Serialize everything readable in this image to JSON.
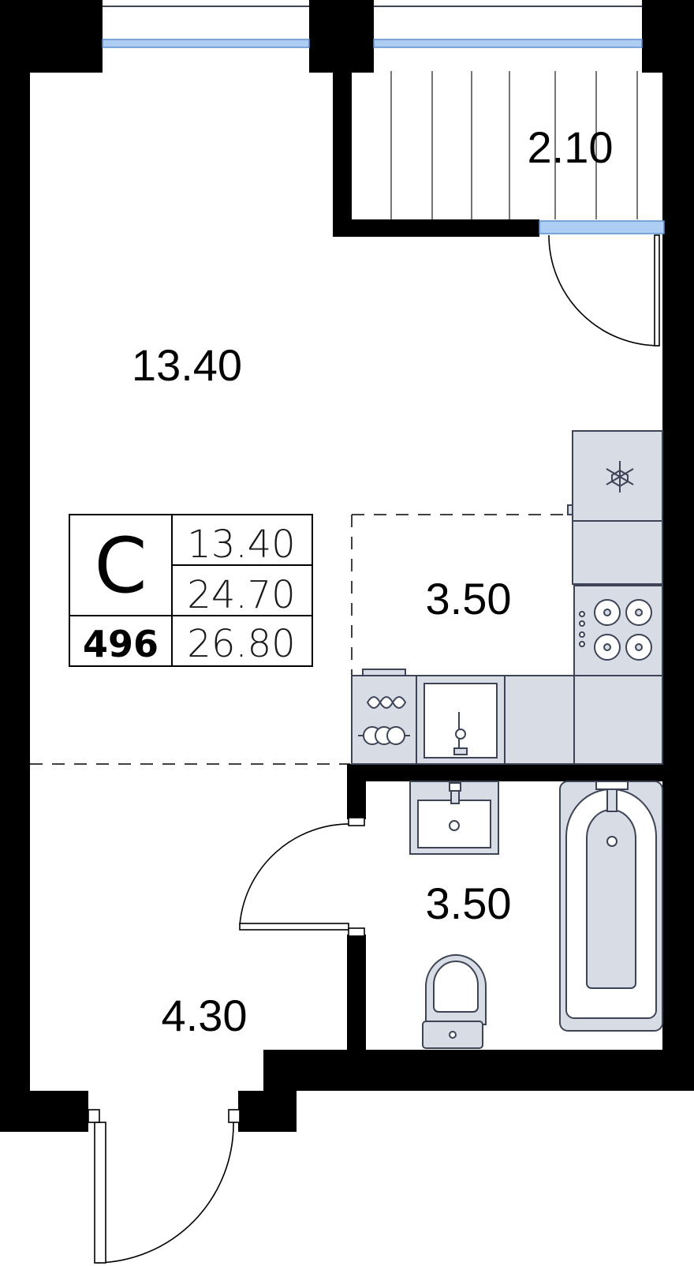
{
  "rooms": {
    "balcony": "2.10",
    "living_room": "13.40",
    "kitchen": "3.50",
    "bathroom": "3.50",
    "hallway": "4.30"
  },
  "summary": {
    "apartment_type": "С",
    "apartment_number": "496",
    "living_area": "13.40",
    "area_2": "24.70",
    "total_area": "26.80"
  },
  "colors": {
    "wall": "#000000",
    "glass": "#aecdf2",
    "fixture": "#d8dce5"
  }
}
